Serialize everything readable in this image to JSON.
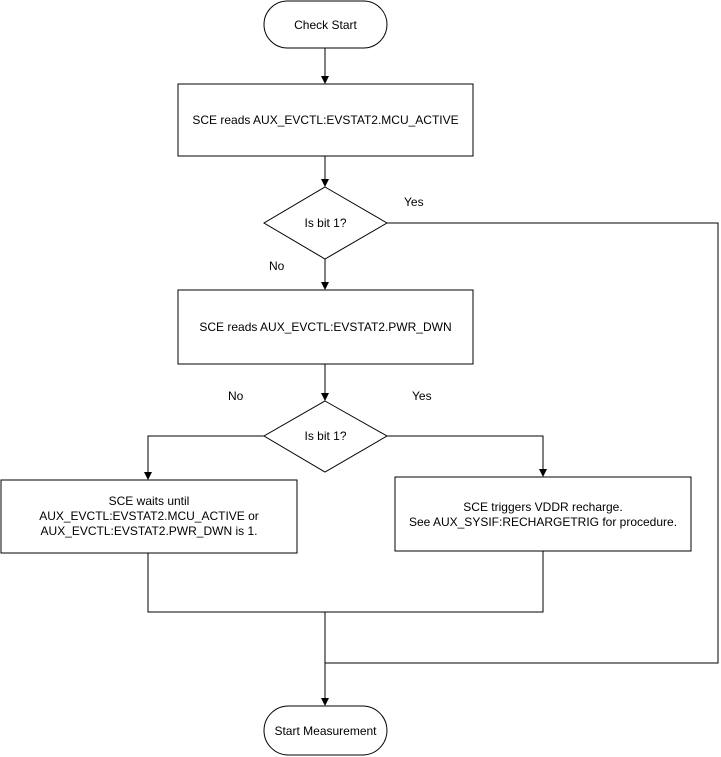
{
  "nodes": {
    "start": "Check Start",
    "read_mcu_active": "SCE reads AUX_EVCTL:EVSTAT2.MCU_ACTIVE",
    "decision1": "Is bit 1?",
    "read_pwr_dwn": "SCE reads AUX_EVCTL:EVSTAT2.PWR_DWN",
    "decision2": "Is bit 1?",
    "wait": {
      "line1": "SCE waits until",
      "line2": "AUX_EVCTL:EVSTAT2.MCU_ACTIVE or",
      "line3": "AUX_EVCTL:EVSTAT2.PWR_DWN is 1."
    },
    "recharge": {
      "line1": "SCE triggers VDDR recharge.",
      "line2": "See AUX_SYSIF:RECHARGETRIG for procedure."
    },
    "end": "Start Measurement"
  },
  "edge_labels": {
    "decision1_yes": "Yes",
    "decision1_no": "No",
    "decision2_no": "No",
    "decision2_yes": "Yes"
  },
  "colors": {
    "stroke": "#000000",
    "fill": "#ffffff",
    "text": "#000000"
  }
}
